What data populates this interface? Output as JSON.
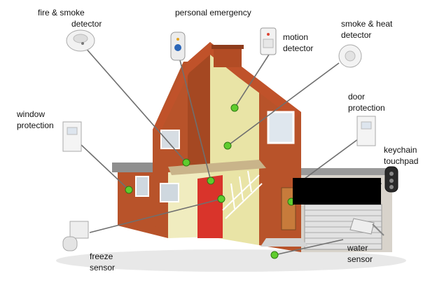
{
  "labels": {
    "fire_smoke": [
      "fire & smoke",
      "detector"
    ],
    "personal_emergency": [
      "personal emergency"
    ],
    "motion": [
      "motion",
      "detector"
    ],
    "smoke_heat": [
      "smoke & heat",
      "detector"
    ],
    "window": [
      "window",
      "protection"
    ],
    "door": [
      "door",
      "protection"
    ],
    "keychain": [
      "keychain",
      "touchpad"
    ],
    "freeze": [
      "freeze",
      "sensor"
    ],
    "water": [
      "water",
      "sensor"
    ]
  },
  "colors": {
    "brick": "#b8532a",
    "brick_dark": "#8e3c1c",
    "roof": "#c0522a",
    "interior_wall": "#e9e4a6",
    "floor": "#c9b48a",
    "sensor_dot": "#5fcc2e",
    "line": "#6f6f6f",
    "redact": "#000000"
  },
  "icons": [
    "smoke-detector-icon",
    "panic-button-icon",
    "motion-sensor-icon",
    "heat-detector-icon",
    "window-sensor-icon",
    "door-sensor-icon",
    "keyfob-icon",
    "freeze-sensor-icon",
    "water-sensor-icon"
  ]
}
